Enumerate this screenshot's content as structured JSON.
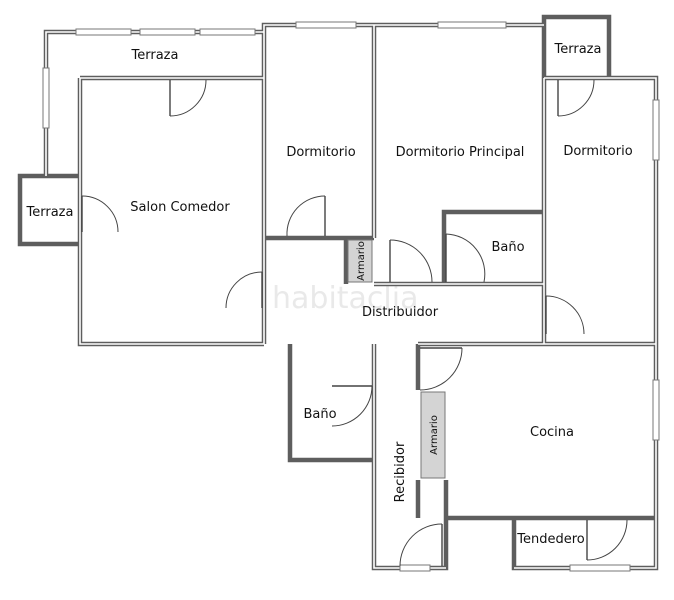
{
  "rooms": {
    "terraza_top": "Terraza",
    "terraza_left": "Terraza",
    "terraza_right": "Terraza",
    "dormitorio_left": "Dormitorio",
    "dormitorio_principal": "Dormitorio Principal",
    "dormitorio_right": "Dormitorio",
    "salon_comedor": "Salon Comedor",
    "bano_upper": "Baño",
    "bano_lower": "Baño",
    "armario_upper": "Armario",
    "armario_lower": "Armario",
    "distribuidor": "Distribuidor",
    "recibidor": "Recibidor",
    "cocina": "Cocina",
    "tendedero": "Tendedero"
  },
  "watermark": "habitaclia",
  "colors": {
    "wall": "#5e5e5e",
    "closet": "#d4d4d4",
    "background": "#ffffff"
  }
}
